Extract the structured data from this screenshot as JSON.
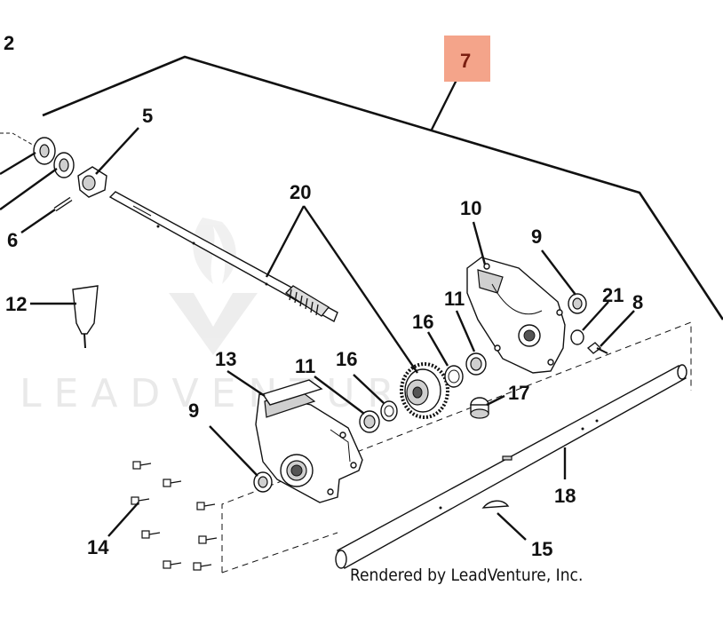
{
  "diagram": {
    "watermark": "LEADVENTURE",
    "credit": "Rendered by LeadVenture, Inc.",
    "highlight_color": "#f4a48a",
    "callouts": {
      "c2": "2",
      "c5": "5",
      "c6": "6",
      "c7": "7",
      "c8": "8",
      "c9a": "9",
      "c9b": "9",
      "c10": "10",
      "c11a": "11",
      "c11b": "11",
      "c12": "12",
      "c13": "13",
      "c14": "14",
      "c15": "15",
      "c16a": "16",
      "c16b": "16",
      "c17": "17",
      "c18": "18",
      "c20": "20",
      "c21": "21"
    }
  }
}
